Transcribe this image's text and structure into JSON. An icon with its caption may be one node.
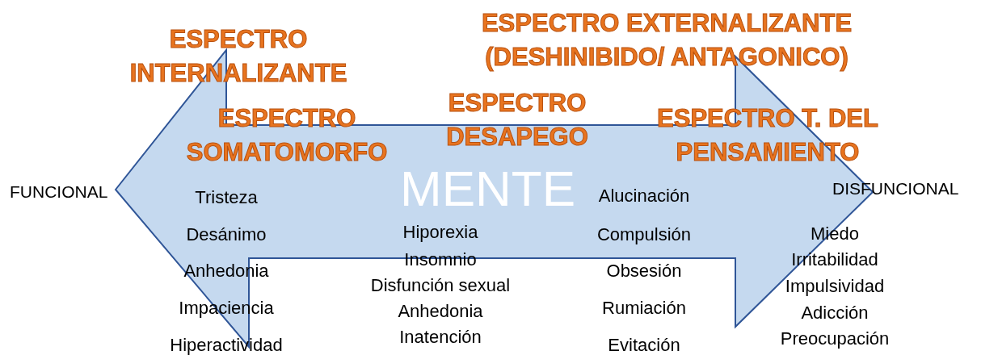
{
  "diagram": {
    "nodes": [
      {
        "text": [
          "MENTE"
        ]
      }
    ],
    "labels": [
      "ESPECTRO INTERNALIZANTE",
      "ESPECTRO EXTERNALIZANTE (DESHINIBIDO/ ANTAGONICO)",
      "ESPECTRO SOMATOMORFO",
      "ESPECTRO DESAPEGO",
      "ESPECTRO T. DEL PENSAMIENTO",
      "FUNCIONAL",
      "DISFUNCIONAL",
      "Tristeza",
      "Desánimo",
      "Anhedonia",
      "Impaciencia",
      "Hiperactividad",
      "Hiporexia",
      "Insomnio",
      "Disfunción sexual",
      "Anhedonia",
      "Inatención",
      "Alucinación",
      "Compulsión",
      "Obsesión",
      "Rumiación",
      "Evitación",
      "Miedo",
      "Irritabilidad",
      "Impulsividad",
      "Adicción",
      "Preocupación"
    ]
  }
}
